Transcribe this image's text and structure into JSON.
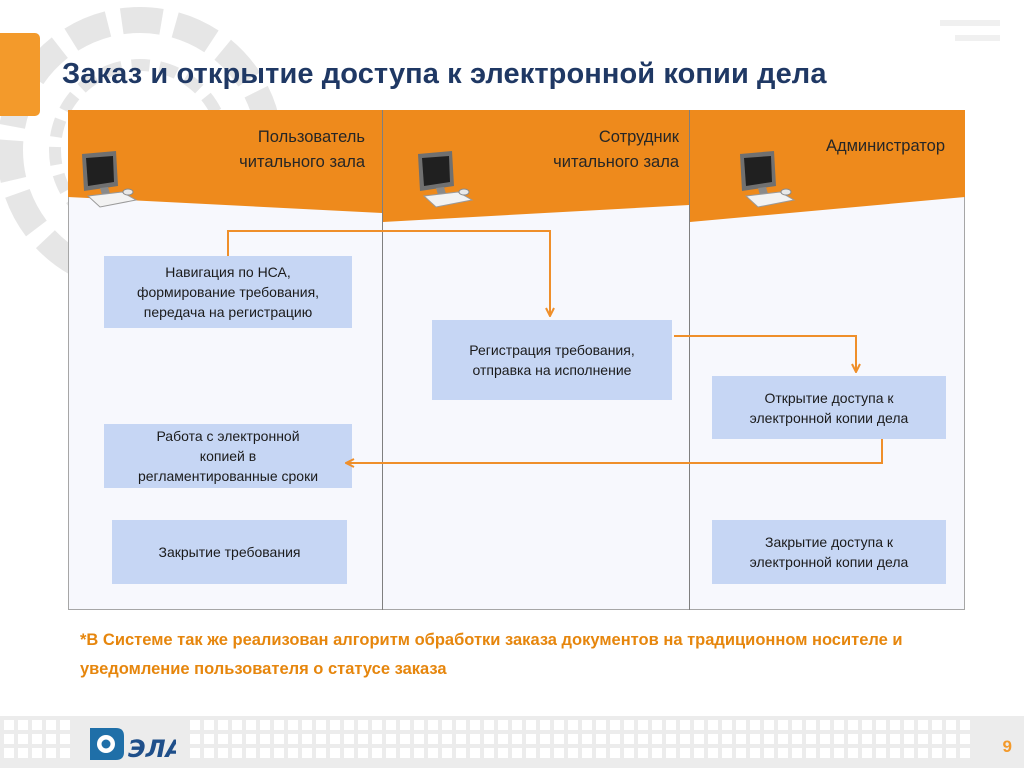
{
  "slide": {
    "title": "Заказ и открытие доступа к электронной копии дела",
    "page_number": "9"
  },
  "lanes": [
    {
      "label": "Пользователь\nчитального зала",
      "icon": "computer-icon"
    },
    {
      "label": "Сотрудник\nчитального зала",
      "icon": "computer-icon"
    },
    {
      "label": "Администратор",
      "icon": "computer-icon"
    }
  ],
  "steps": {
    "navigation": "Навигация по НСА,\nформирование требования,\nпередача на регистрацию",
    "registration": "Регистрация требования,\nотправка на исполнение",
    "open_access": "Открытие доступа к\nэлектронной копии дела",
    "work_copy": "Работа с электронной\nкопией в\nрегламентированные сроки",
    "close_request": "Закрытие требования",
    "close_access": "Закрытие доступа к\nэлектронной копии дела"
  },
  "note": "*В Системе  так же реализован алгоритм обработки заказа документов на традиционном носителе и  уведомление пользователя о статусе заказа",
  "colors": {
    "title": "#1f3864",
    "lane_header": "#ee8a1c",
    "box_fill": "#c6d6f4",
    "arrow": "#ef8f2a",
    "note": "#e6860d",
    "page_number": "#f39a2b"
  },
  "logo": {
    "icon": "elar-logo",
    "text": "ЭЛАР"
  }
}
